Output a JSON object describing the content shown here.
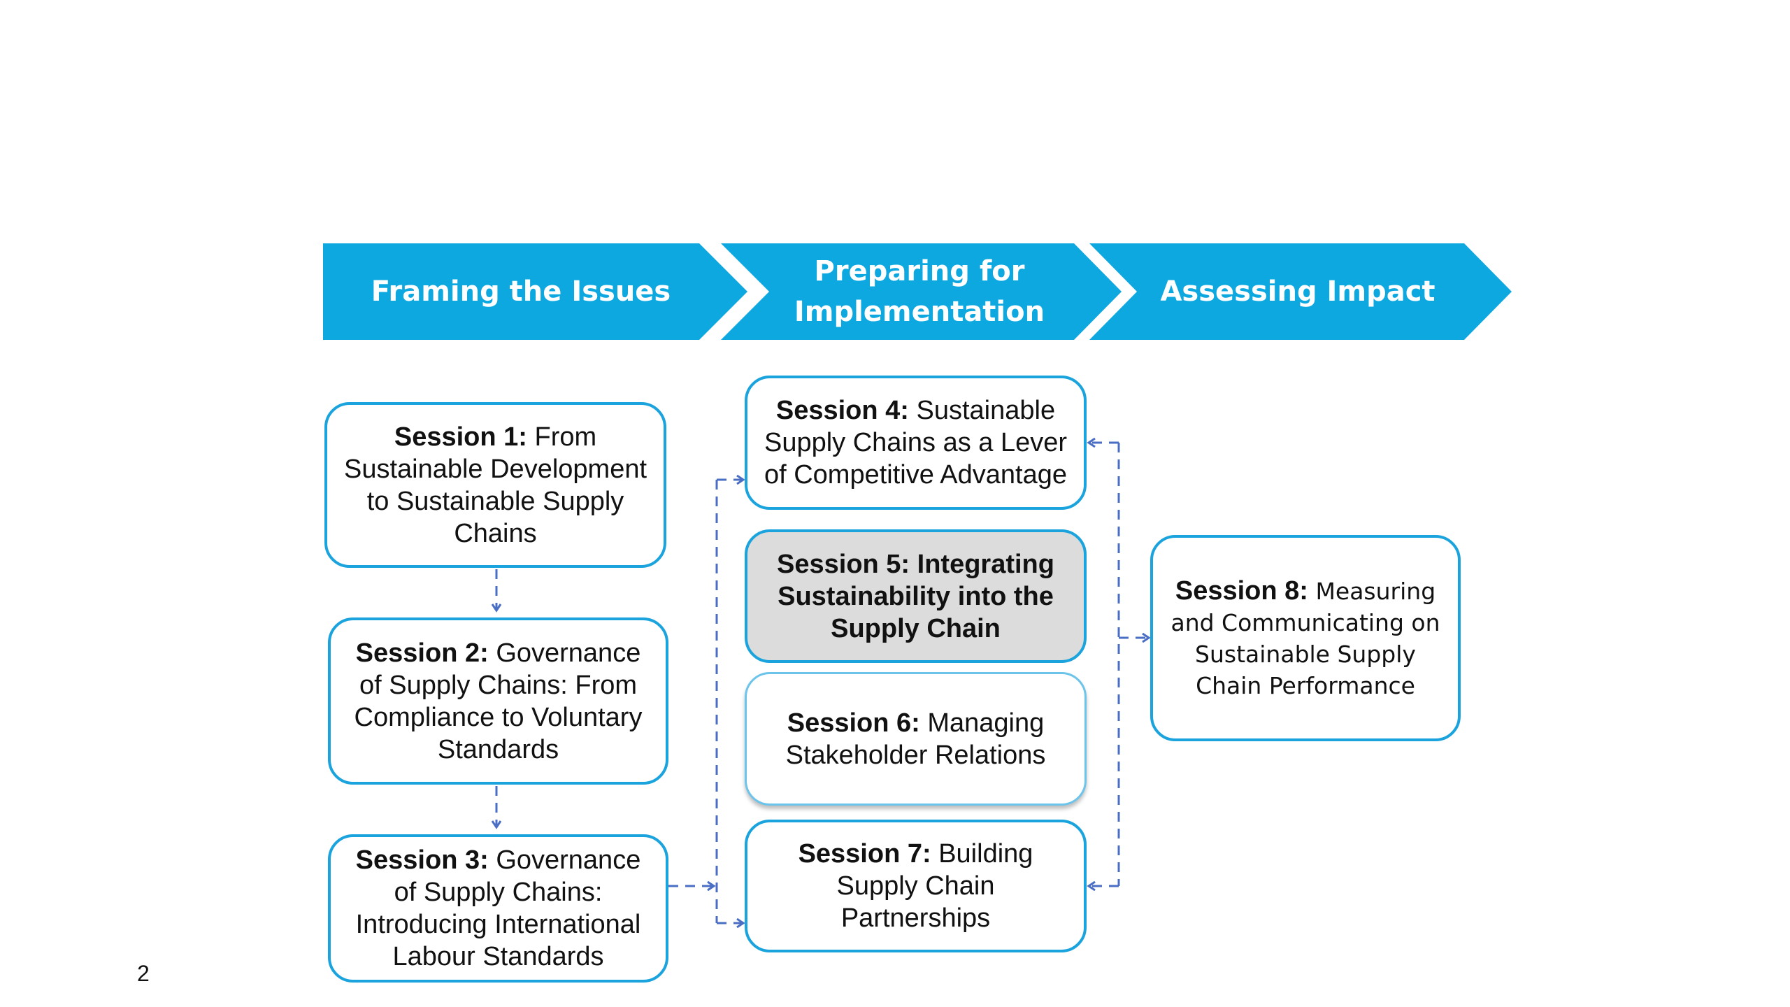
{
  "phases": [
    {
      "label": "Framing the Issues"
    },
    {
      "label": "Preparing for Implementation"
    },
    {
      "label": "Assessing Impact"
    }
  ],
  "sessions": [
    {
      "number": "Session 1:",
      "title": "From Sustainable Development to Sustainable Supply Chains"
    },
    {
      "number": "Session 2:",
      "title": "Governance of Supply Chains: From Compliance to Voluntary Standards"
    },
    {
      "number": "Session 3:",
      "title": "Governance of Supply Chains: Introducing International Labour Standards"
    },
    {
      "number": "Session 4:",
      "title": "Sustainable Supply Chains as a Lever of Competitive Advantage"
    },
    {
      "number": "Session 5:",
      "title": "Integrating Sustainability into the Supply Chain"
    },
    {
      "number": "Session 6:",
      "title": "Managing Stakeholder Relations"
    },
    {
      "number": "Session 7:",
      "title": "Building Supply Chain Partnerships"
    },
    {
      "number": "Session 8:",
      "title": "Measuring and Communicating on Sustainable Supply Chain Performance"
    }
  ],
  "highlighted_session": "Session 5",
  "colors": {
    "phase_fill": "#0ea8e0",
    "box_border": "#1aa3dd",
    "connector": "#4a6ec4",
    "highlight_fill": "#dcdcdc"
  },
  "page_number": "2"
}
